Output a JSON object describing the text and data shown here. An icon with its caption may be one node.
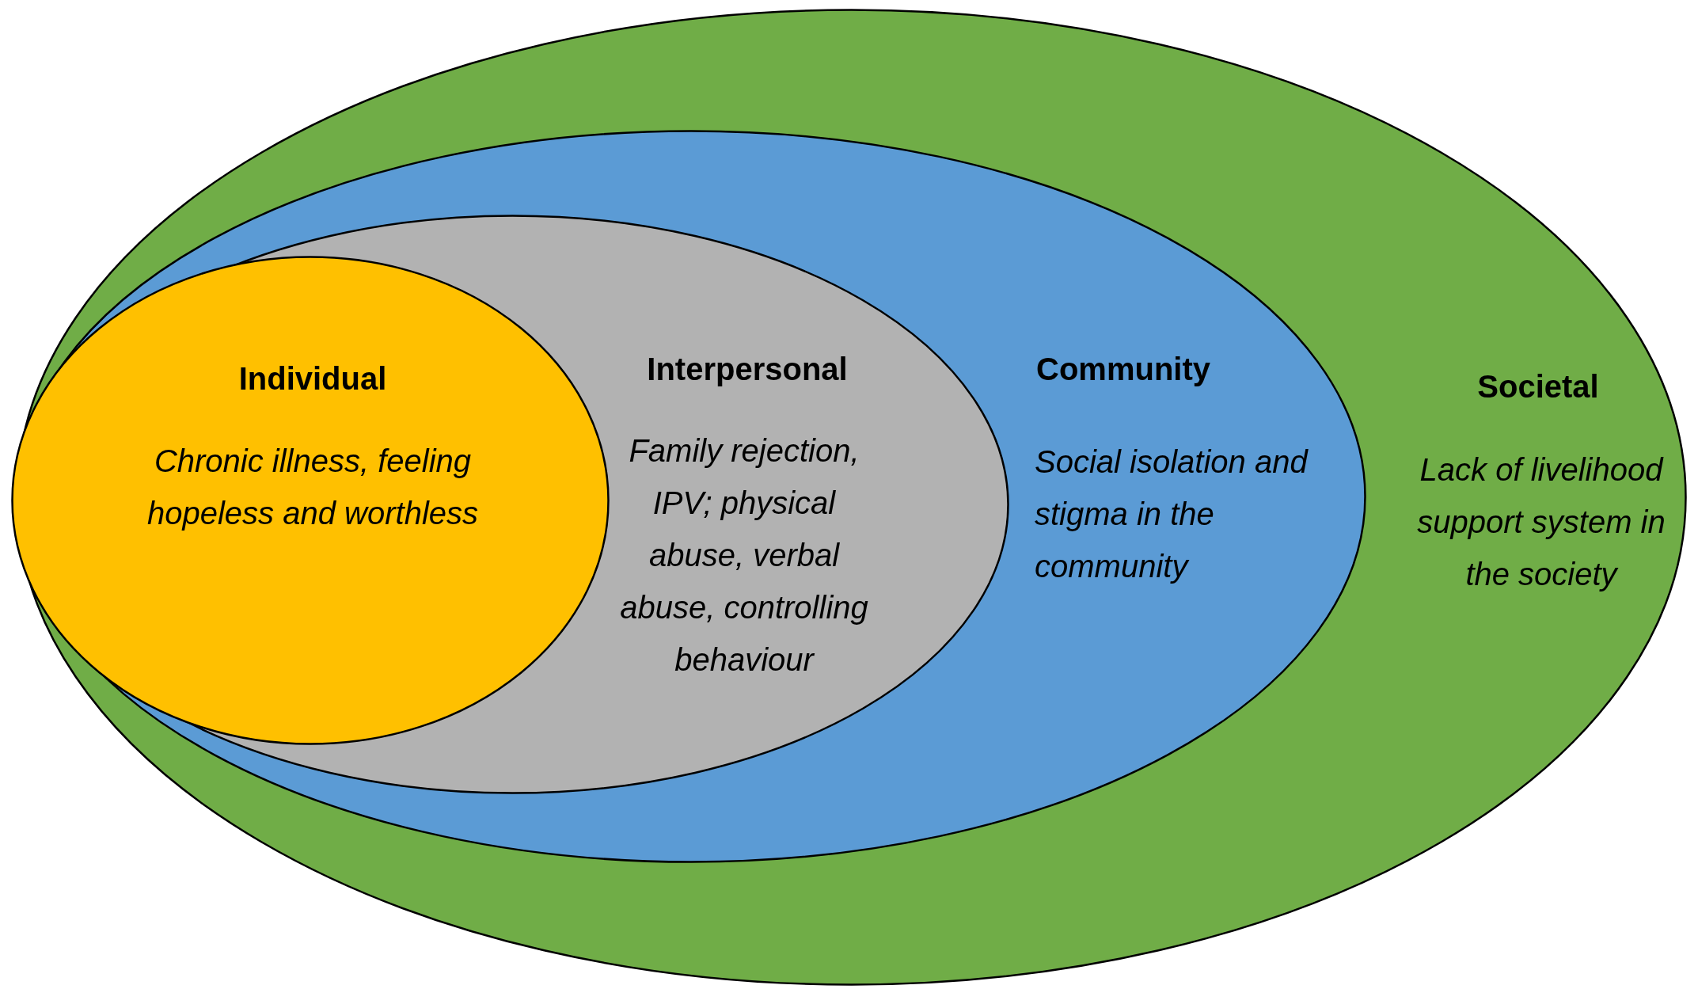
{
  "diagram": {
    "nodes": [
      {
        "text": [
          "Societal",
          "Lack of livelihood support system in the society"
        ]
      },
      {
        "text": [
          "Community",
          "Social isolation and stigma in the community"
        ],
        "in": 0
      },
      {
        "text": [
          "Interpersonal",
          "Family rejection, IPV; physical abuse, verbal abuse, controlling behaviour"
        ],
        "in": 1
      },
      {
        "text": [
          "Individual",
          "Chronic illness, feeling hopeless and worthless"
        ],
        "in": 2
      }
    ]
  }
}
